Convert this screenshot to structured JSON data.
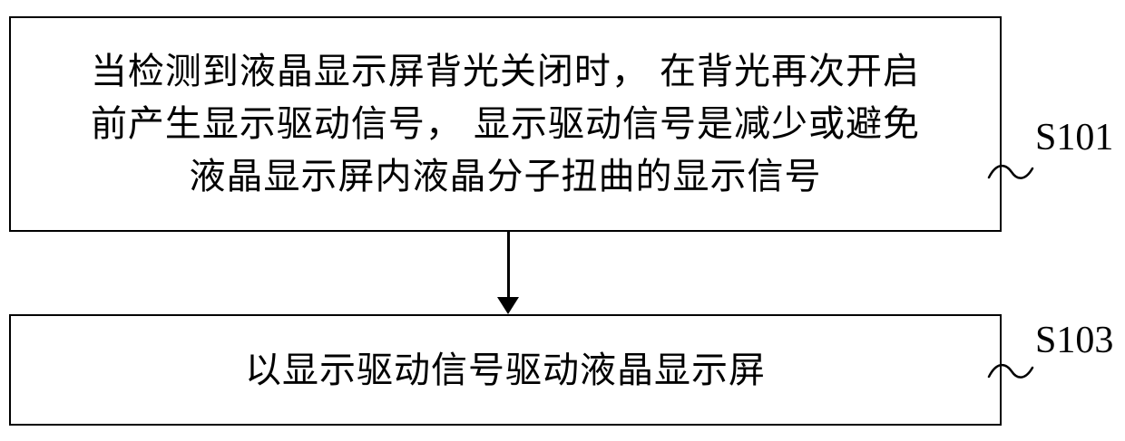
{
  "diagram": {
    "steps": [
      {
        "label": "S101",
        "lines": [
          "当检测到液晶显示屏背光关闭时， 在背光再次开启",
          "前产生显示驱动信号， 显示驱动信号是减少或避免",
          "液晶显示屏内液晶分子扭曲的显示信号"
        ]
      },
      {
        "label": "S103",
        "lines": [
          "以显示驱动信号驱动液晶显示屏"
        ]
      }
    ],
    "colors": {
      "stroke": "#000000",
      "background": "#ffffff"
    }
  }
}
